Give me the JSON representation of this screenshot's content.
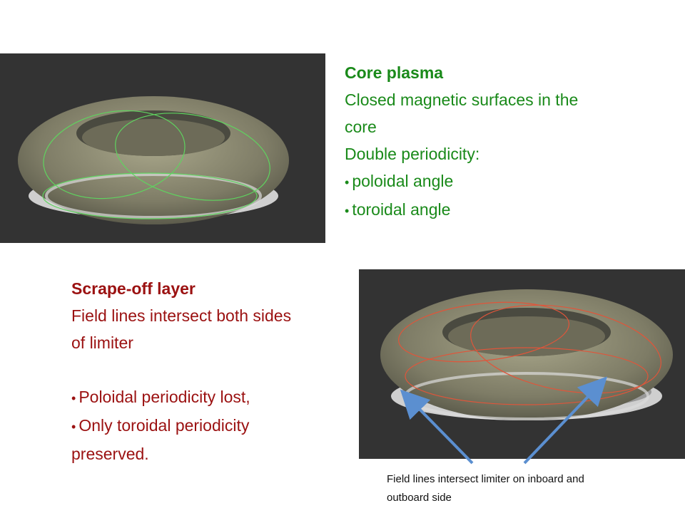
{
  "core": {
    "title": "Core plasma",
    "line1": "Closed magnetic surfaces in the",
    "line2": "core",
    "line3": "Double periodicity:",
    "bullets": [
      "poloidal angle",
      "toroidal angle"
    ],
    "color": "#1a8a1a"
  },
  "sol": {
    "title": "Scrape-off layer",
    "line1": "Field lines intersect both sides",
    "line2": "of limiter",
    "bullet1": "Poloidal periodicity lost,",
    "bullet2": "Only toroidal periodicity",
    "bullet2_cont": "preserved.",
    "color": "#9b1111"
  },
  "caption": {
    "line1": "Field lines intersect limiter on inboard and",
    "line2": "outboard side"
  },
  "colors": {
    "panel_bg": "#333333",
    "torus": "#8c8a72",
    "field_line_core": "#5fd35f",
    "field_line_sol": "#e0553a",
    "arrow": "#5b8fd0"
  }
}
